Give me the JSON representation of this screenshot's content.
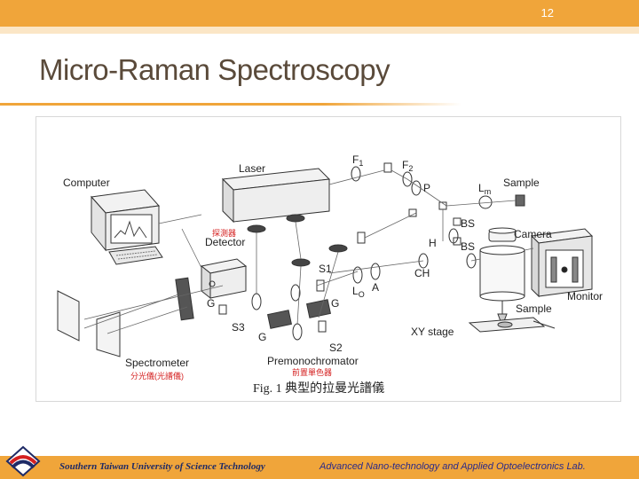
{
  "slide": {
    "page_number": "12",
    "title": "Micro-Raman Spectroscopy"
  },
  "diagram": {
    "labels": {
      "computer": "Computer",
      "laser": "Laser",
      "f1": "F",
      "f1_sub": "1",
      "f2": "F",
      "f2_sub": "2",
      "p": "P",
      "lm": "L",
      "lm_sub": "m",
      "sample_top": "Sample",
      "bs1": "BS",
      "bs2": "BS",
      "h": "H",
      "camera": "Camera",
      "detector_cn": "探測器",
      "detector": "Detector",
      "s1": "S1",
      "g_left": "G",
      "l0": "L",
      "l0_sub": "O",
      "a": "A",
      "ch": "CH",
      "g_mid": "G",
      "s3": "S3",
      "g_bottom": "G",
      "s2": "S2",
      "monitor": "Monitor",
      "sample_bottom": "Sample",
      "xy_stage": "XY stage",
      "spectrometer": "Spectrometer",
      "spectrometer_cn": "分光儀(光譜儀)",
      "premonochromator": "Premonochromator",
      "premonochromator_cn": "前置單色器",
      "caption": "Fig. 1  典型的拉曼光譜儀"
    }
  },
  "footer": {
    "university": "Southern Taiwan University of Science Technology",
    "lab": "Advanced Nano-technology and Applied Optoelectronics Lab."
  },
  "colors": {
    "accent": "#f0a53a",
    "title": "#5a4a3a",
    "annotation_red": "#d42020",
    "footer_left": "#1e2a66",
    "footer_right": "#2a2a8a"
  }
}
